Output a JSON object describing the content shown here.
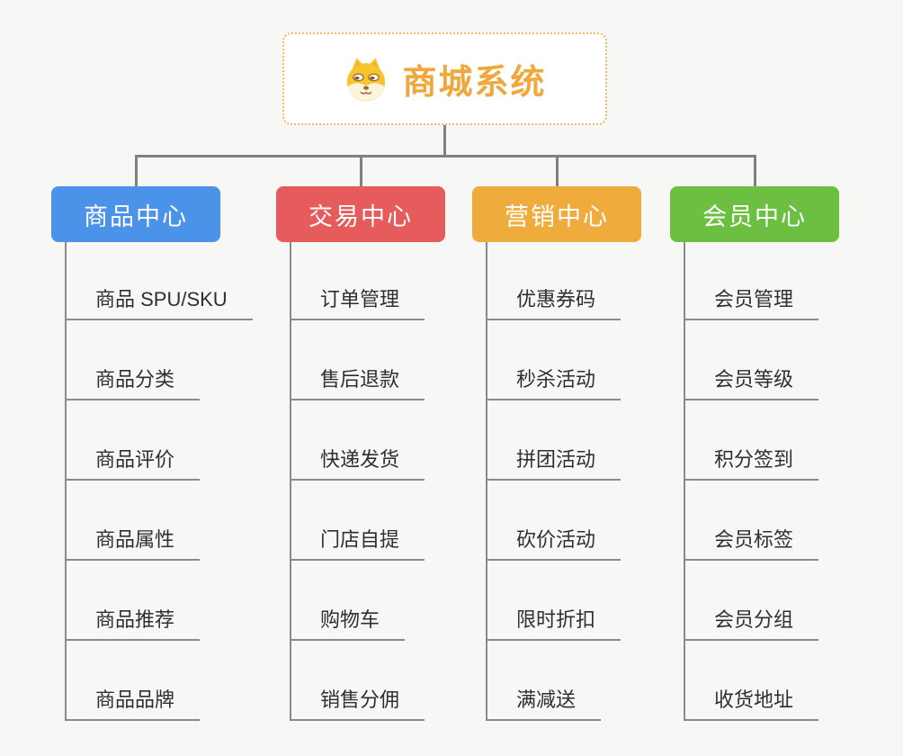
{
  "root": {
    "title": "商城系统",
    "icon": "dog-icon"
  },
  "branches": [
    {
      "label": "商品中心",
      "color": "#4b93e9",
      "children": [
        "商品 SPU/SKU",
        "商品分类",
        "商品评价",
        "商品属性",
        "商品推荐",
        "商品品牌"
      ]
    },
    {
      "label": "交易中心",
      "color": "#e65c5c",
      "children": [
        "订单管理",
        "售后退款",
        "快递发货",
        "门店自提",
        "购物车",
        "销售分佣"
      ]
    },
    {
      "label": "营销中心",
      "color": "#efac3d",
      "children": [
        "优惠券码",
        "秒杀活动",
        "拼团活动",
        "砍价活动",
        "限时折扣",
        "满减送"
      ]
    },
    {
      "label": "会员中心",
      "color": "#6cbf40",
      "children": [
        "会员管理",
        "会员等级",
        "积分签到",
        "会员标签",
        "会员分组",
        "收货地址"
      ]
    }
  ],
  "colors": {
    "background": "#f7f7f6",
    "connector": "#808080",
    "underline": "#8a8a8a",
    "root_text": "#f0a83c",
    "root_border": "#f2bb63",
    "leaf_text": "#2f2f2f"
  }
}
